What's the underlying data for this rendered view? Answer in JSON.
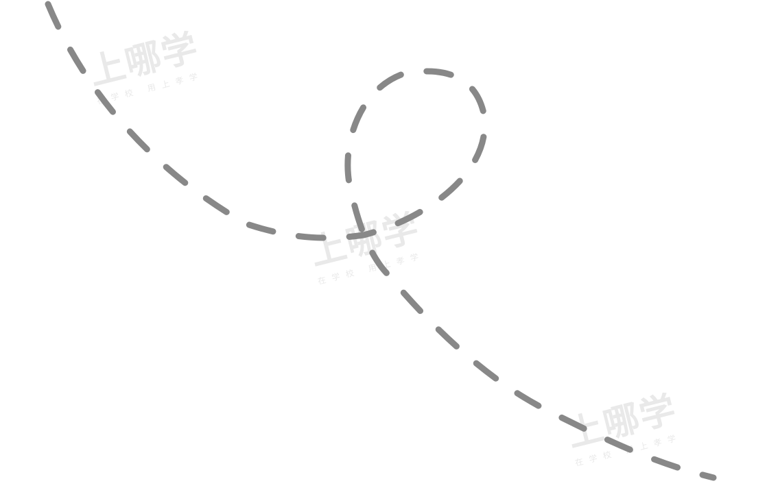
{
  "stroke_color": "#888888",
  "background_color": "#ffffff",
  "watermark_color": "#e9e9e9",
  "watermarks": [
    {
      "title": "上哪学",
      "slogan": "在学校 用上孝学"
    },
    {
      "title": "上哪学",
      "slogan": "在学校 用上孝学"
    },
    {
      "title": "上哪学",
      "slogan": "在学校 用上孝学"
    }
  ]
}
